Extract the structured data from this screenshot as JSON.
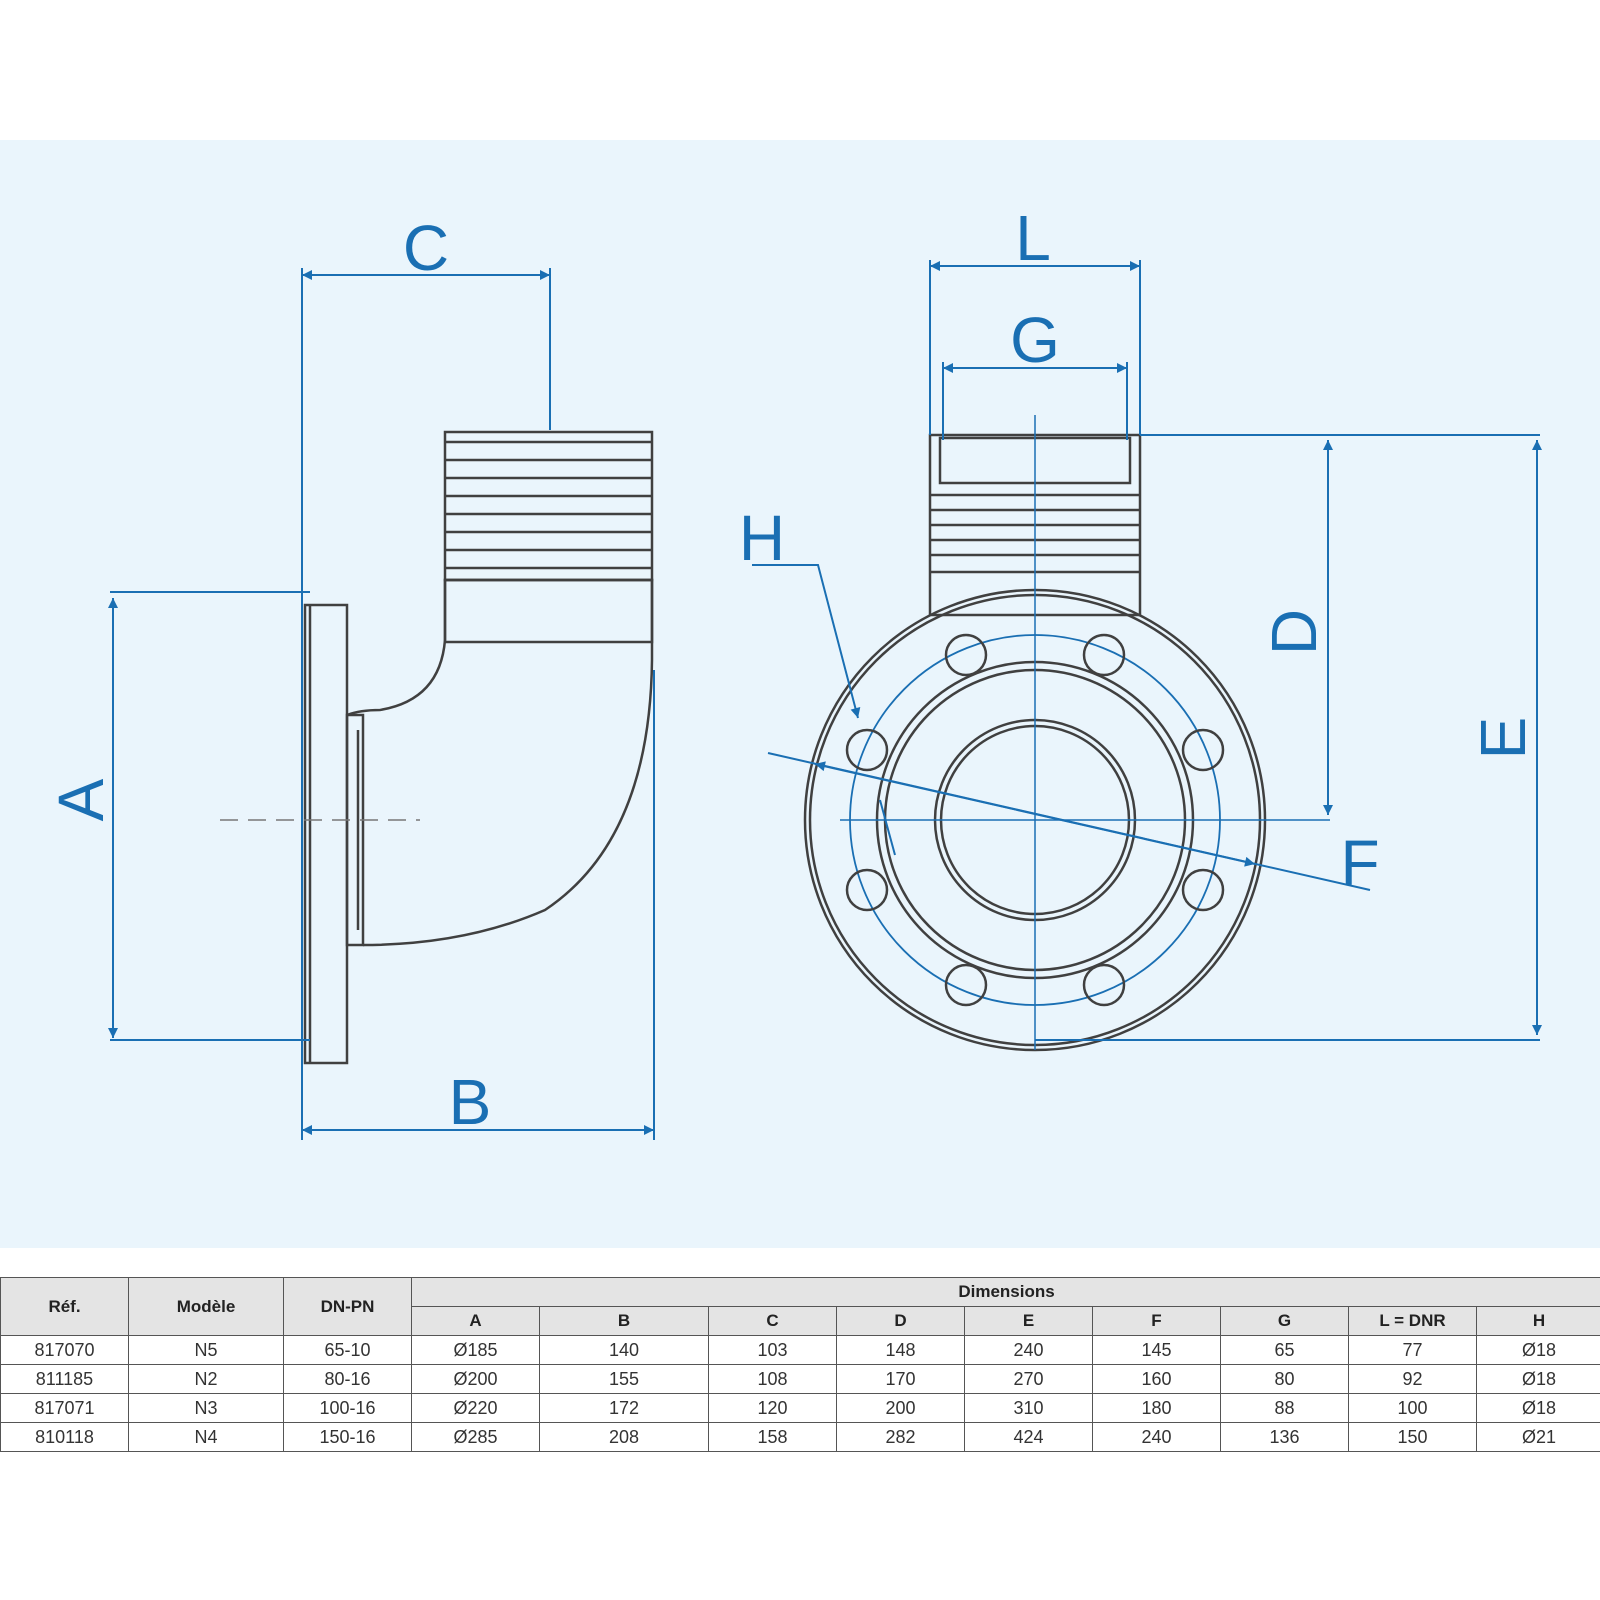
{
  "diagram": {
    "labels": {
      "A": "A",
      "B": "B",
      "C": "C",
      "D": "D",
      "E": "E",
      "F": "F",
      "G": "G",
      "H": "H",
      "L": "L"
    }
  },
  "table": {
    "headers": {
      "ref": "Réf.",
      "model": "Modèle",
      "dnpn": "DN-PN",
      "dimensions": "Dimensions",
      "cols": [
        "A",
        "B",
        "C",
        "D",
        "E",
        "F",
        "G",
        "L = DNR",
        "H"
      ]
    },
    "rows": [
      [
        "817070",
        "N5",
        "65-10",
        "Ø185",
        "140",
        "103",
        "148",
        "240",
        "145",
        "65",
        "77",
        "Ø18"
      ],
      [
        "811185",
        "N2",
        "80-16",
        "Ø200",
        "155",
        "108",
        "170",
        "270",
        "160",
        "80",
        "92",
        "Ø18"
      ],
      [
        "817071",
        "N3",
        "100-16",
        "Ø220",
        "172",
        "120",
        "200",
        "310",
        "180",
        "88",
        "100",
        "Ø18"
      ],
      [
        "810118",
        "N4",
        "150-16",
        "Ø285",
        "208",
        "158",
        "282",
        "424",
        "240",
        "136",
        "150",
        "Ø21"
      ]
    ]
  }
}
